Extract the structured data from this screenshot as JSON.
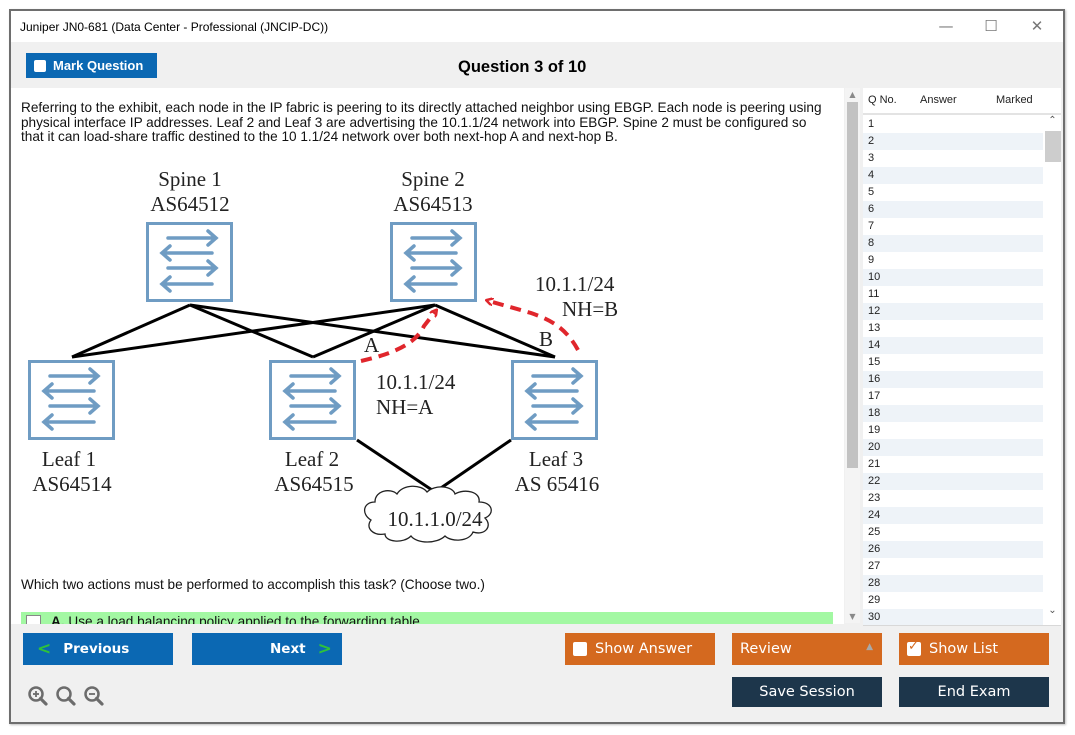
{
  "window": {
    "title": "Juniper JN0-681 (Data Center - Professional (JNCIP-DC))",
    "controls": {
      "minimize": "—",
      "maximize": "☐",
      "close": "✕"
    }
  },
  "header": {
    "mark_question_label": "Mark Question",
    "question_title": "Question 3 of 10"
  },
  "question": {
    "text": "Referring to the exhibit, each node in the IP fabric is peering to its directly attached neighbor using EBGP. Each node is peering using physical interface IP addresses. Leaf 2 and Leaf 3 are advertising the 10.1.1/24 network into EBGP. Spine 2 must be configured so that it can load-share traffic destined to the 10 1.1/24 network over both next-hop A and next-hop B.",
    "ask": "Which two actions must be performed to accomplish this task? (Choose two.)",
    "options": [
      {
        "letter": "A.",
        "text": "Use a load balancing policy applied to the forwarding table.",
        "highlight_color": "#a3f8a3"
      }
    ]
  },
  "exhibit": {
    "nodes": [
      {
        "id": "spine1",
        "name": "Spine 1",
        "as": "AS64512"
      },
      {
        "id": "spine2",
        "name": "Spine 2",
        "as": "AS64513"
      },
      {
        "id": "leaf1",
        "name": "Leaf 1",
        "as": "AS64514"
      },
      {
        "id": "leaf2",
        "name": "Leaf 2",
        "as": "AS64515"
      },
      {
        "id": "leaf3",
        "name": "Leaf 3",
        "as": "AS 65416"
      }
    ],
    "network": "10.1.1.0/24",
    "label_a": "A",
    "label_b": "B",
    "route_a": {
      "prefix": "10.1.1/24",
      "nh": "NH=A"
    },
    "route_b": {
      "prefix": "10.1.1/24",
      "nh": "NH=B"
    },
    "colors": {
      "switch": "#6f9cc3",
      "arrow": "#e0262c",
      "link": "#000000"
    }
  },
  "question_list": {
    "columns": [
      "Q No.",
      "Answer",
      "Marked"
    ],
    "rows": [
      "1",
      "2",
      "3",
      "4",
      "5",
      "6",
      "7",
      "8",
      "9",
      "10",
      "11",
      "12",
      "13",
      "14",
      "15",
      "16",
      "17",
      "18",
      "19",
      "20",
      "21",
      "22",
      "23",
      "24",
      "25",
      "26",
      "27",
      "28",
      "29",
      "30"
    ]
  },
  "footer": {
    "previous_label": "Previous",
    "next_label": "Next",
    "show_answer_label": "Show Answer",
    "show_answer_checked": false,
    "review_label": "Review",
    "show_list_label": "Show List",
    "show_list_checked": true,
    "save_session_label": "Save Session",
    "end_exam_label": "End Exam",
    "zoom_icons": [
      "zoom-in-icon",
      "zoom-reset-icon",
      "zoom-out-icon"
    ]
  },
  "colors": {
    "primary_blue": "#0b68b3",
    "orange": "#d4691f",
    "navy": "#1d364b",
    "next_chevron": "#2ec23a"
  }
}
